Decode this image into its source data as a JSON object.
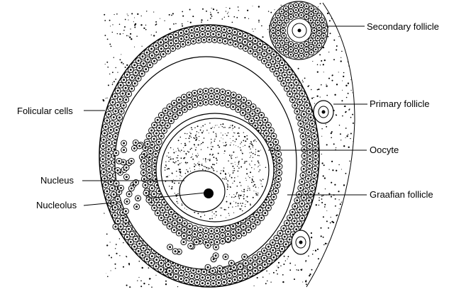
{
  "labels": {
    "secondary_follicle": "Secondary follicle",
    "primary_follicle": "Primary follicle",
    "follicular_cells": "Folicular cells",
    "oocyte": "Oocyte",
    "nucleus": "Nucleus",
    "graafian_follicle": "Graafian follicle",
    "nucleolus": "Nucleolus"
  },
  "colors": {
    "ink": "#000000",
    "paper": "#ffffff",
    "cell_fill": "#f4f4f4"
  }
}
